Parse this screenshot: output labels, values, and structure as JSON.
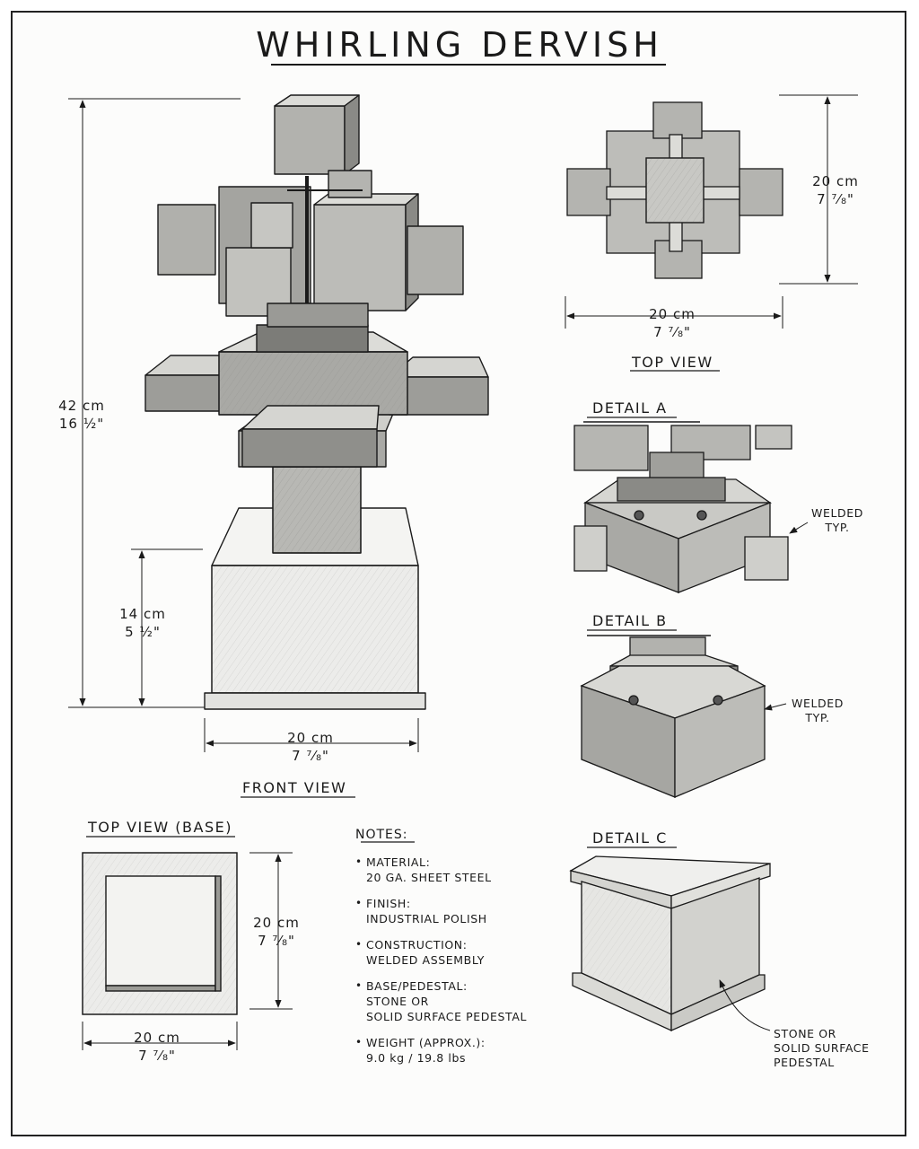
{
  "title": "WHIRLING DERVISH",
  "views": {
    "front": "FRONT VIEW",
    "top": "TOP VIEW",
    "top_base": "TOP VIEW (BASE)",
    "detail_a": "DETAIL A",
    "detail_b": "DETAIL B",
    "detail_c": "DETAIL C"
  },
  "dimensions": {
    "front_height_cm": "42 cm",
    "front_height_in": "16 ½\"",
    "pedestal_height_cm": "14 cm",
    "pedestal_height_in": "5 ½\"",
    "front_width_cm": "20 cm",
    "front_width_in": "7 ⁷⁄₈\"",
    "top_height_cm": "20 cm",
    "top_height_in": "7 ⁷⁄₈\"",
    "top_width_cm": "20 cm",
    "top_width_in": "7 ⁷⁄₈\"",
    "base_height_cm": "20 cm",
    "base_height_in": "7 ⁷⁄₈\"",
    "base_width_cm": "20 cm",
    "base_width_in": "7 ⁷⁄₈\""
  },
  "callouts": {
    "detail_a_weld": [
      "WELDED",
      "TYP."
    ],
    "detail_b_weld": [
      "WELDED",
      "TYP."
    ],
    "detail_c_pedestal": [
      "STONE OR",
      "SOLID SURFACE",
      "PEDESTAL"
    ]
  },
  "notes": {
    "heading": "NOTES:",
    "items": [
      {
        "label": "MATERIAL:",
        "value": [
          "20 GA. SHEET STEEL"
        ]
      },
      {
        "label": "FINISH:",
        "value": [
          "INDUSTRIAL POLISH"
        ]
      },
      {
        "label": "CONSTRUCTION:",
        "value": [
          "WELDED ASSEMBLY"
        ]
      },
      {
        "label": "BASE/PEDESTAL:",
        "value": [
          "STONE OR",
          "SOLID SURFACE PEDESTAL"
        ]
      },
      {
        "label": "WEIGHT (APPROX.):",
        "value": [
          "9.0 kg / 19.8 lbs"
        ]
      }
    ]
  },
  "colors": {
    "ink": "#1a1a1a",
    "steel_light": "#d9d9d6",
    "steel_mid": "#a9a9a5",
    "steel_dark": "#6e6e6a",
    "stone": "#ececea"
  }
}
